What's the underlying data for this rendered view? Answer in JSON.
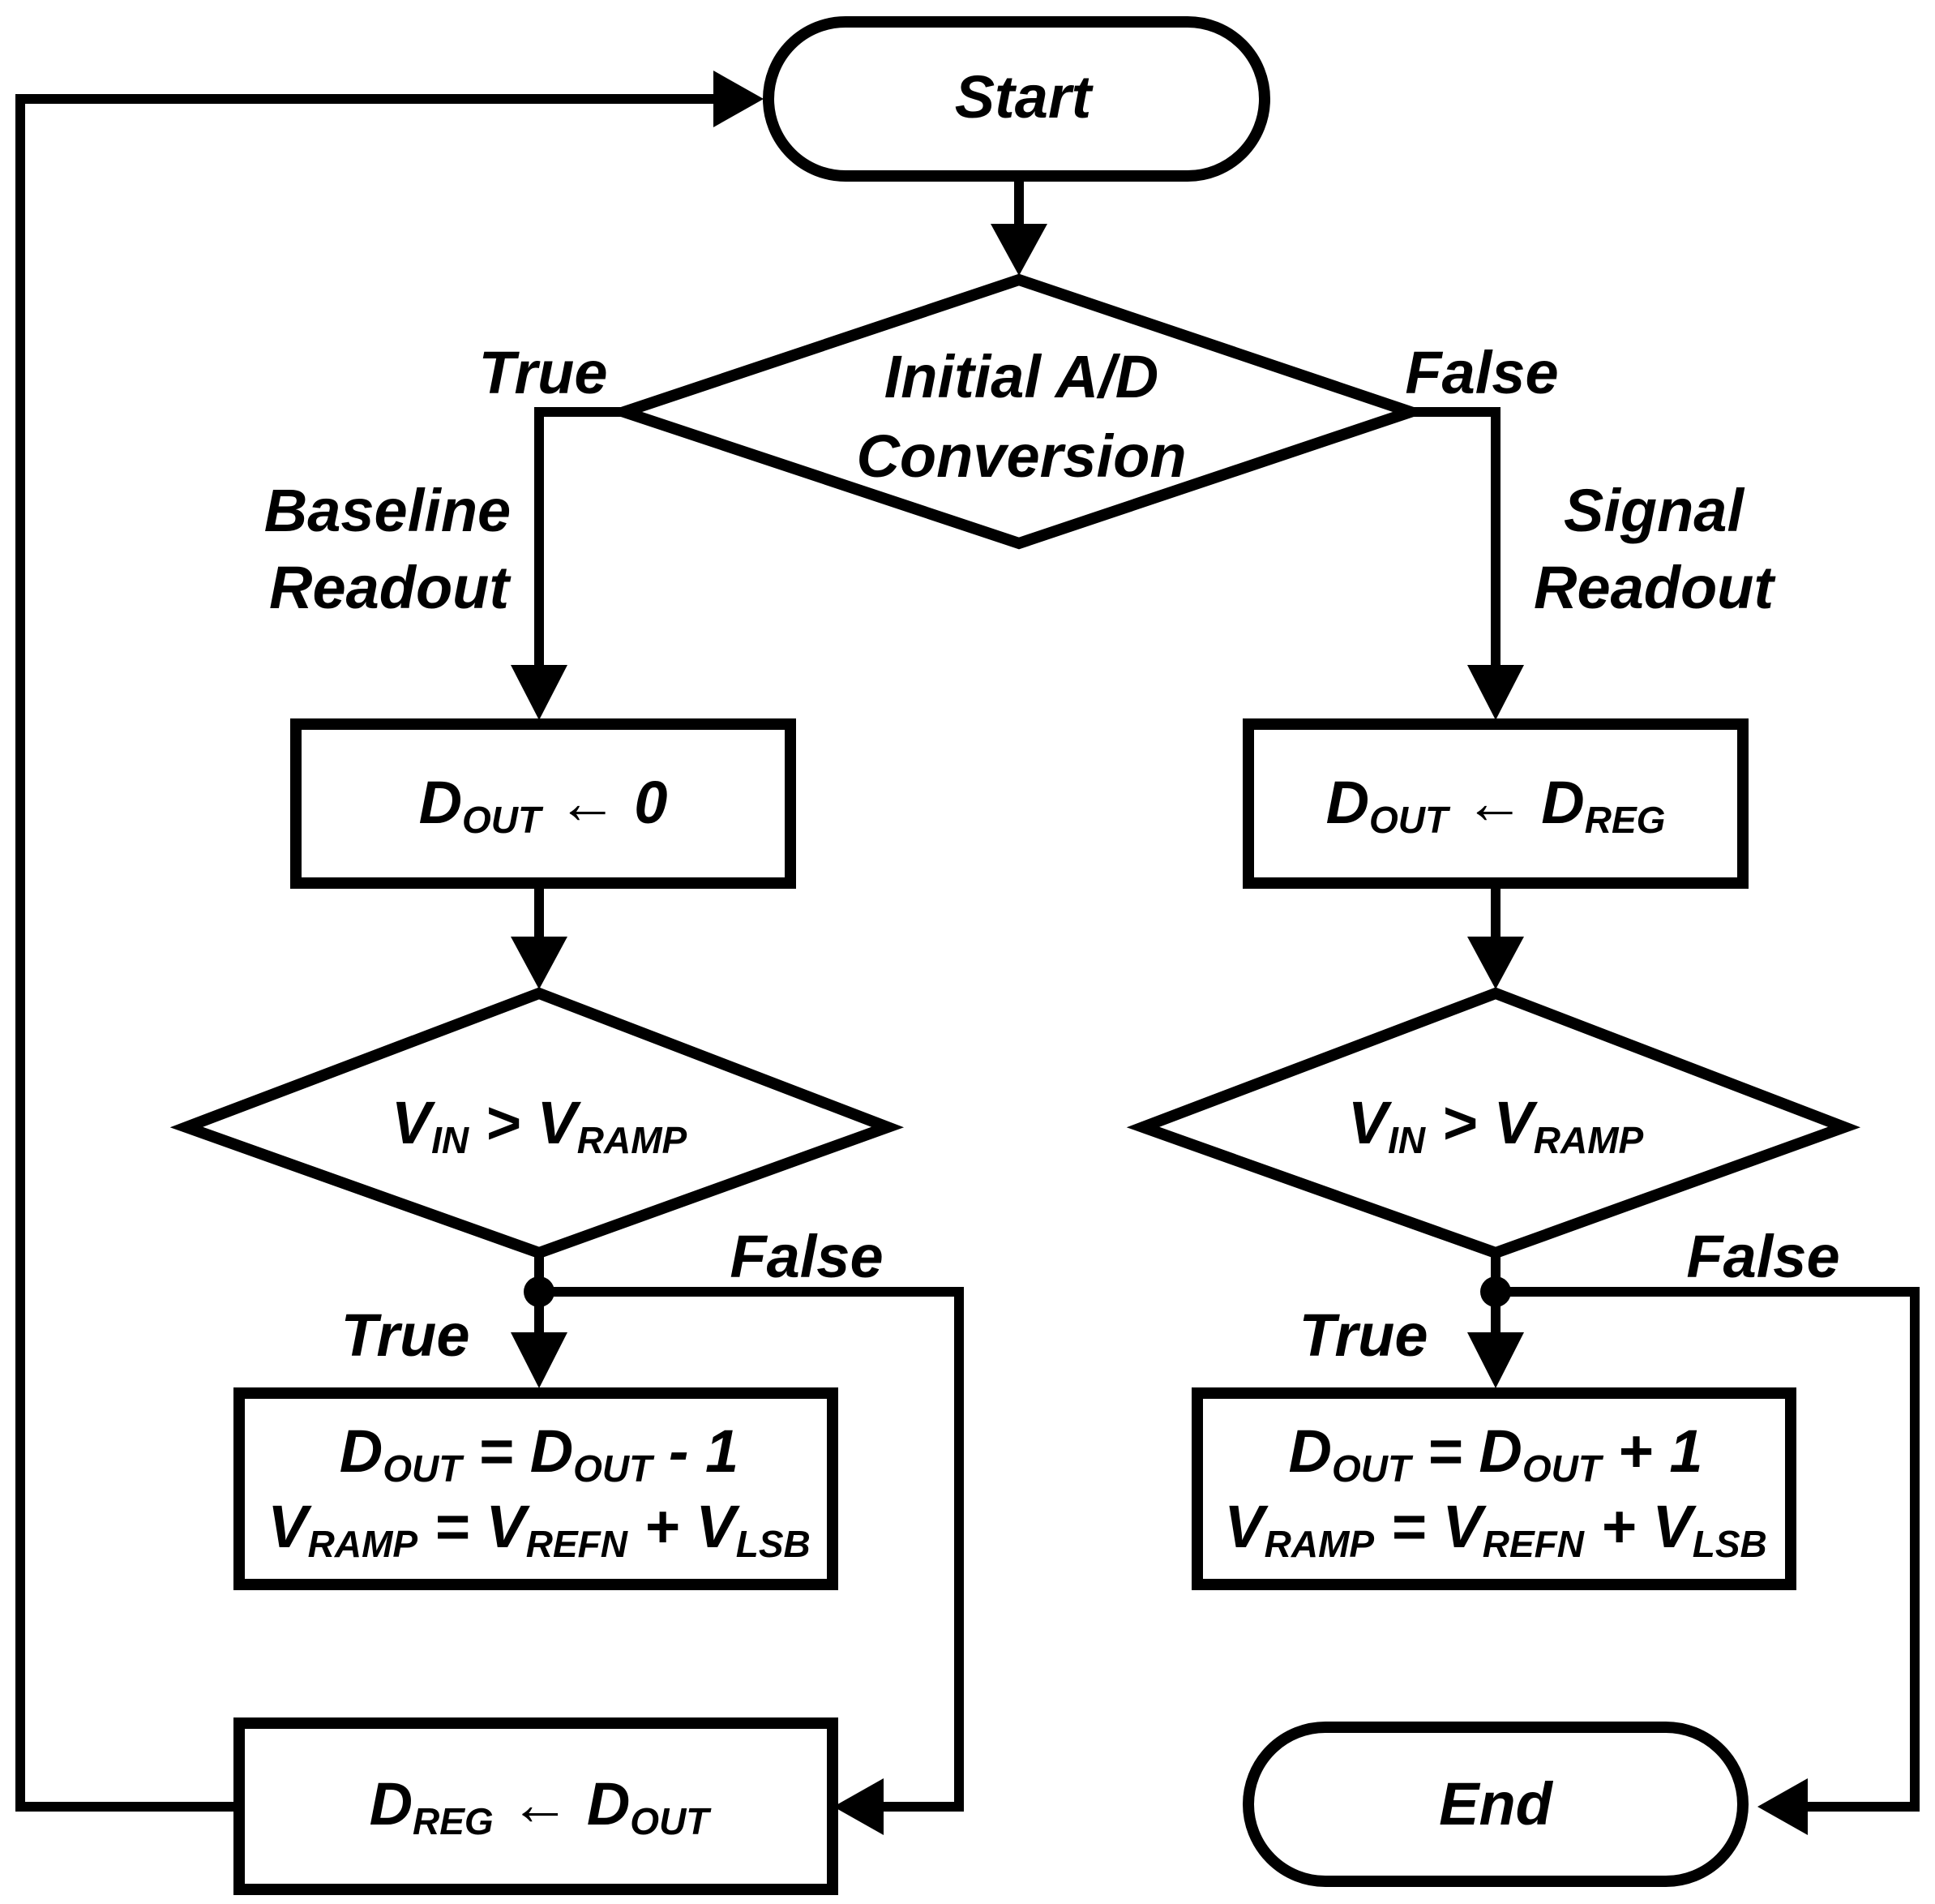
{
  "nodes": {
    "start": {
      "label": "Start"
    },
    "decision_initial": {
      "line1": "Initial A/D",
      "line2": "Conversion"
    },
    "left_assign": {
      "main": "D",
      "sub": "OUT",
      "rest": " ← 0"
    },
    "right_assign": {
      "main": "D",
      "sub": "OUT",
      "arrow": " ← ",
      "main2": "D",
      "sub2": "REG"
    },
    "left_compare": {
      "v1": "V",
      "s1": "IN",
      "op": " > ",
      "v2": "V",
      "s2": "RAMP"
    },
    "right_compare": {
      "v1": "V",
      "s1": "IN",
      "op": " > ",
      "v2": "V",
      "s2": "RAMP"
    },
    "left_update": {
      "l1_a": "D",
      "l1_as": "OUT",
      "l1_op": " = ",
      "l1_b": "D",
      "l1_bs": "OUT",
      "l1_tail": " - 1",
      "l2_a": "V",
      "l2_as": "RAMP",
      "l2_op": " = ",
      "l2_b": "V",
      "l2_bs": "REFN",
      "l2_plus": " + ",
      "l2_c": "V",
      "l2_cs": "LSB"
    },
    "right_update": {
      "l1_a": "D",
      "l1_as": "OUT",
      "l1_op": " = ",
      "l1_b": "D",
      "l1_bs": "OUT",
      "l1_tail": " + 1",
      "l2_a": "V",
      "l2_as": "RAMP",
      "l2_op": " = ",
      "l2_b": "V",
      "l2_bs": "REFN",
      "l2_plus": " + ",
      "l2_c": "V",
      "l2_cs": "LSB"
    },
    "reg_store": {
      "main": "D",
      "sub": "REG",
      "arrow": " ← ",
      "main2": "D",
      "sub2": "OUT"
    },
    "end": {
      "label": "End"
    }
  },
  "edge_labels": {
    "top_true": "True",
    "top_false": "False",
    "baseline_1": "Baseline",
    "baseline_2": "Readout",
    "signal_1": "Signal",
    "signal_2": "Readout",
    "left_false": "False",
    "left_true": "True",
    "right_false": "False",
    "right_true": "True"
  }
}
